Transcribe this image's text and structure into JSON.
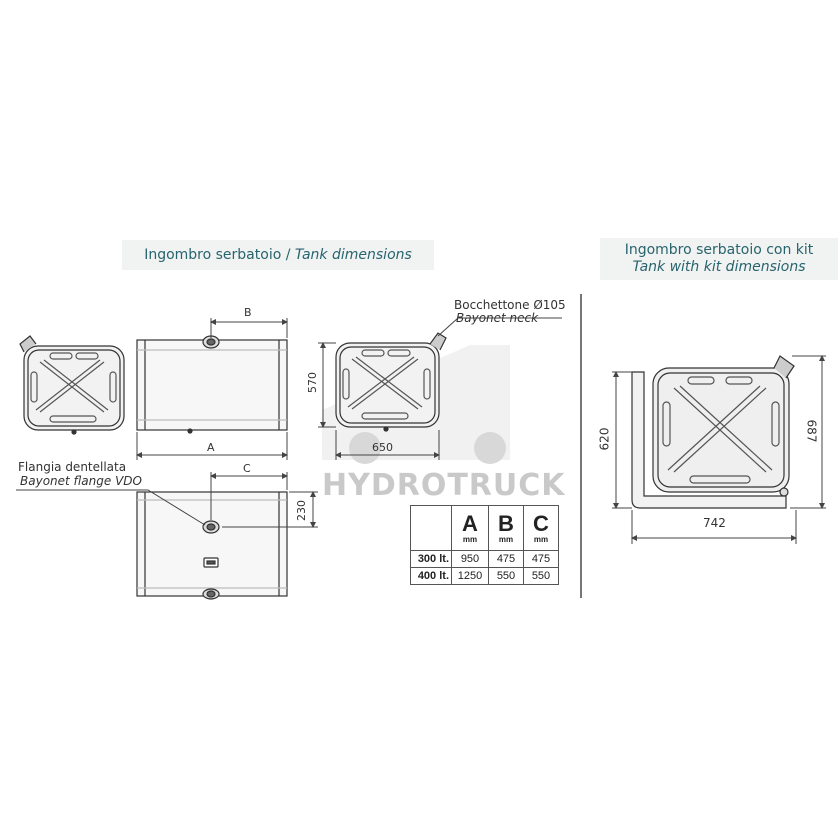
{
  "titles": {
    "left_it": "Ingombro serbatoio / ",
    "left_en": "Tank dimensions",
    "right_it": "Ingombro serbatoio con kit",
    "right_en": "Tank with kit dimensions"
  },
  "labels": {
    "dim_b": "B",
    "dim_a": "A",
    "dim_c": "C",
    "dim_570": "570",
    "dim_650": "650",
    "dim_230": "230",
    "neck_it": "Bocchettone Ø105",
    "neck_en": "Bayonet neck",
    "flange_it": "Flangia dentellata",
    "flange_en": "Bayonet flange VDO",
    "kit_620": "620",
    "kit_687": "687",
    "kit_742": "742"
  },
  "watermark": "HYDROTRUCK",
  "table": {
    "headers": [
      {
        "letter": "A",
        "unit": "mm"
      },
      {
        "letter": "B",
        "unit": "mm"
      },
      {
        "letter": "C",
        "unit": "mm"
      }
    ],
    "rows": [
      {
        "label": "300 lt.",
        "a": "950",
        "b": "475",
        "c": "475"
      },
      {
        "label": "400 lt.",
        "a": "1250",
        "b": "550",
        "c": "550"
      }
    ]
  }
}
